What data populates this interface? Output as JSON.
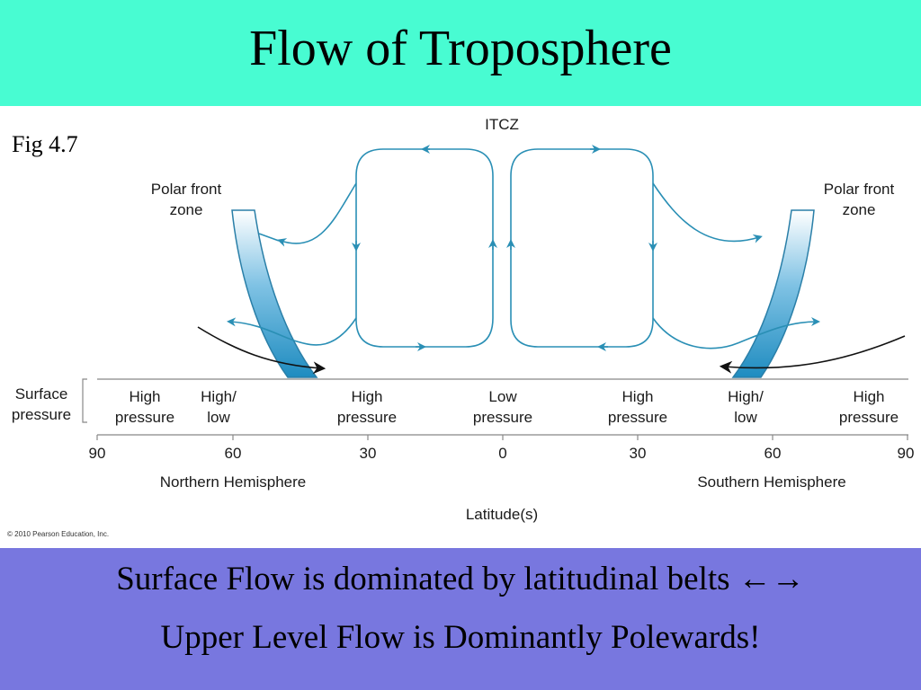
{
  "slide": {
    "title": "Flow of Troposphere",
    "fig_label": "Fig 4.7",
    "caption_line1": "Surface Flow is dominated by latitudinal belts ←→",
    "caption_line2": "Upper Level Flow is Dominantly Polewards!"
  },
  "diagram": {
    "itcz_label": "ITCZ",
    "polar_front_left": [
      "Polar front",
      "zone"
    ],
    "polar_front_right": [
      "Polar front",
      "zone"
    ],
    "surface_pressure_label": [
      "Surface",
      "pressure"
    ],
    "pressure_belts": [
      [
        "High",
        "pressure"
      ],
      [
        "High/",
        "low"
      ],
      [
        "High",
        "pressure"
      ],
      [
        "Low",
        "pressure"
      ],
      [
        "High",
        "pressure"
      ],
      [
        "High/",
        "low"
      ],
      [
        "High",
        "pressure"
      ]
    ],
    "latitude_ticks": [
      "90",
      "60",
      "30",
      "0",
      "30",
      "60",
      "90"
    ],
    "northern_hemisphere": "Northern Hemisphere",
    "southern_hemisphere": "Southern Hemisphere",
    "axis_label": "Latitude(s)",
    "copyright": "© 2010 Pearson Education, Inc."
  },
  "colors": {
    "title_bar": "#48fcd2",
    "bottom_bar": "#7877df",
    "cell_flow": "#2a8fb5",
    "surface_arrow": "#111111"
  }
}
